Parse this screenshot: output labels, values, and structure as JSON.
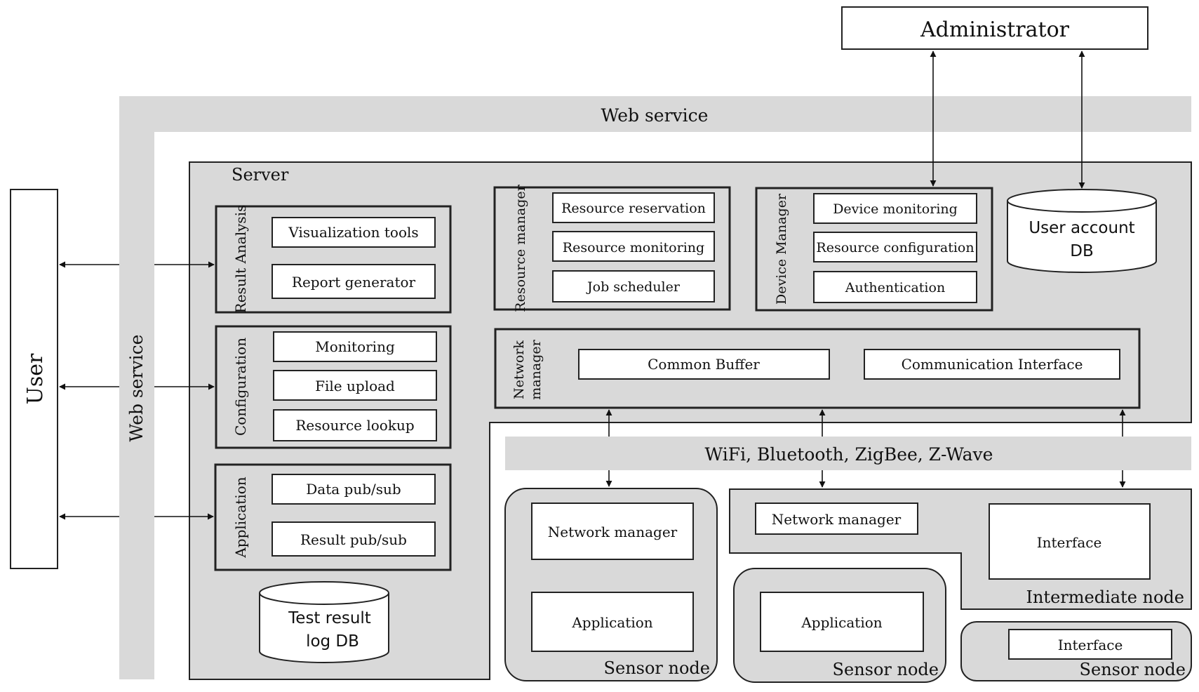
{
  "administrator": "Administrator",
  "user": "User",
  "web_service_top": "Web service",
  "web_service_side": "Web service",
  "server_label": "Server",
  "result_analysis": {
    "label": "Result Analysis",
    "items": [
      "Visualization  tools",
      "Report generator"
    ]
  },
  "configuration": {
    "label": "Configuration",
    "items": [
      "Monitoring",
      "File upload",
      "Resource lookup"
    ]
  },
  "application": {
    "label": "Application",
    "items": [
      "Data pub/sub",
      "Result pub/sub"
    ]
  },
  "test_db": {
    "line1": "Test result",
    "line2": "log DB"
  },
  "resource_manager": {
    "label": "Resource manager",
    "items": [
      "Resource reservation",
      "Resource monitoring",
      "Job scheduler"
    ]
  },
  "device_manager": {
    "label": "Device Manager",
    "items": [
      "Device  monitoring",
      "Resource configuration",
      "Authentication"
    ]
  },
  "user_db": {
    "line1": "User account",
    "line2": "DB"
  },
  "network_manager": {
    "label_line1": "Network",
    "label_line2": "manager",
    "items": [
      "Common Buffer",
      "Communication  Interface"
    ]
  },
  "wireless": "WiFi, Bluetooth, ZigBee, Z-Wave",
  "sensor_node_1": {
    "items": [
      "Network manager",
      "Application"
    ],
    "label": "Sensor node"
  },
  "intermediate_node": {
    "items": [
      "Network manager",
      "Interface"
    ],
    "label": "Intermediate node"
  },
  "sensor_node_2": {
    "items": [
      "Application"
    ],
    "label": "Sensor node"
  },
  "sensor_node_3": {
    "items": [
      "Interface"
    ],
    "label": "Sensor  node"
  }
}
